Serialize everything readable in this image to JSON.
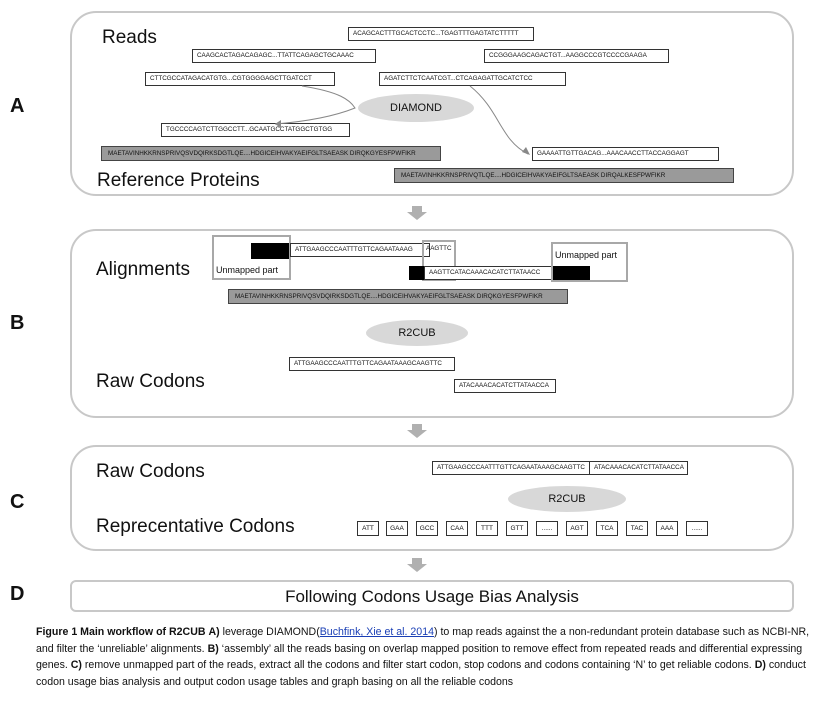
{
  "panels": {
    "a": {
      "letter": "A",
      "reads_title": "Reads",
      "reference_title": "Reference Proteins",
      "reads": [
        "ACAGCACTTTGCACTCCTC...TGAGTTTGAGTATCTTTTT",
        "CAAGCACTAGACAGAGC...TTATTCAGAGCTGCAAAC",
        "CCGGGAAGCAGACTGT...AAGGCCCGTCCCCGAAGA",
        "CTTCGCCATAGACATGTG...CGTGGGGAGCTTGATCCT",
        "AGATCTTCTCAATCGT...CTCAGAGATTGCATCTCC",
        "TGCCCCAGTCTTGGCCTT...GCAATGCCTATGGCTGTGG",
        "GAAAATTGTTGACAG...AAACAACCTTACCAGGAGT"
      ],
      "diamond_label": "DIAMOND",
      "proteins": [
        "MAETAVINHKKRNSPRIVQSVDQIRKSDGTLQE....HDGICEIHVAKYAEIFGLTSAEASK DIRQKGYESFPWFIKR",
        "MAETAVINHKKRNSPRIVQTLQE....HDGICEIHVAKYAEIFGLTSAEASK DIRQALKESFPWFIKR"
      ]
    },
    "b": {
      "letter": "B",
      "alignments_title": "Alignments",
      "raw_codons_title": "Raw Codons",
      "unmapped_left": "Unmapped part",
      "unmapped_right": "Unmapped part",
      "align_read_1": "ATTGAAGCCCAATTTGTTCAGAATAAAG",
      "align_read_1_tail": "AAGTTC",
      "align_read_2": "AAGTTCATACAAACACATCTTATAACC",
      "align_protein": "MAETAVINHKKRNSPRIVQSVDQIRKSDGTLQE....HDGICEIHVAKYAEIFGLTSAEASK DIRQKGYESFPWFIKR",
      "r2cub_label": "R2CUB",
      "raw_1": "ATTGAAGCCCAATTTGTTCAGAATAAAGCAAGTTC",
      "raw_2": "ATACAAACACATCTTATAACCA"
    },
    "c": {
      "letter": "C",
      "raw_codons_title": "Raw Codons",
      "representative_title": "Reprecentative Codons",
      "raw_seq_1": "ATTGAAGCCCAATTTGTTCAGAATAAAGCAAGTTC",
      "raw_seq_2": "ATACAAACACATCTTATAACCA",
      "r2cub_label": "R2CUB",
      "codons": [
        "ATT",
        "GAA",
        "GCC",
        "CAA",
        "TTT",
        "GTT",
        "......",
        "AGT",
        "TCA",
        "TAC",
        "AAA",
        "......"
      ]
    },
    "d": {
      "letter": "D",
      "title": "Following Codons Usage Bias Analysis"
    }
  },
  "caption": {
    "bold": "Figure 1 Main workflow of R2CUB",
    "a_letter": "A)",
    "a_text": " leverage DIAMOND(",
    "citation": "Buchfink, Xie et al. 2014",
    "a_text2": ") to map reads against the a non-redundant protein database such as NCBI-NR, and filter the ‘unreliable’ alignments.",
    "b_letter": "B)",
    "b_text": " ‘assembly’ all the reads basing on overlap mapped position to remove effect from repeated reads and differential expressing genes.",
    "c_letter": "C)",
    "c_text": " remove unmapped part of the reads, extract all the codons and filter start codon, stop codons and codons containing ‘N’ to get reliable codons.",
    "d_letter": "D)",
    "d_text": " conduct codon usage bias analysis and output codon usage tables and graph basing on all the reliable codons"
  },
  "colors": {
    "panel_border": "#c8c8c8",
    "ellipse_fill": "#d8d8d8",
    "protein_fill": "#9a9a9a",
    "arrow_fill": "#b0b0b0",
    "link": "#1a3fb5"
  }
}
